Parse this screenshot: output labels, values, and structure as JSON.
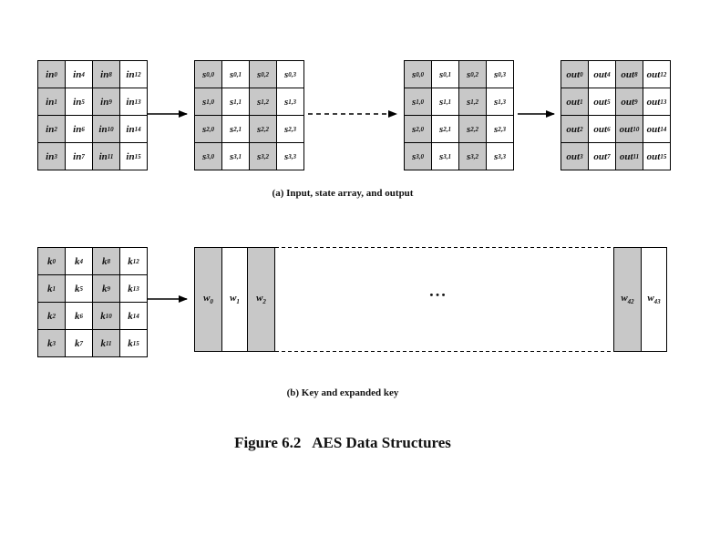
{
  "grids": {
    "input": {
      "base": "in",
      "cells": [
        [
          "0",
          "4",
          "8",
          "12"
        ],
        [
          "1",
          "5",
          "9",
          "13"
        ],
        [
          "2",
          "6",
          "10",
          "14"
        ],
        [
          "3",
          "7",
          "11",
          "15"
        ]
      ]
    },
    "state1": {
      "base": "s",
      "cells": [
        [
          "0,0",
          "0,1",
          "0,2",
          "0,3"
        ],
        [
          "1,0",
          "1,1",
          "1,2",
          "1,3"
        ],
        [
          "2,0",
          "2,1",
          "2,2",
          "2,3"
        ],
        [
          "3,0",
          "3,1",
          "3,2",
          "3,3"
        ]
      ]
    },
    "state2": {
      "base": "s",
      "cells": [
        [
          "0,0",
          "0,1",
          "0,2",
          "0,3"
        ],
        [
          "1,0",
          "1,1",
          "1,2",
          "1,3"
        ],
        [
          "2,0",
          "2,1",
          "2,2",
          "2,3"
        ],
        [
          "3,0",
          "3,1",
          "3,2",
          "3,3"
        ]
      ]
    },
    "output": {
      "base": "out",
      "cells": [
        [
          "0",
          "4",
          "8",
          "12"
        ],
        [
          "1",
          "5",
          "9",
          "13"
        ],
        [
          "2",
          "6",
          "10",
          "14"
        ],
        [
          "3",
          "7",
          "11",
          "15"
        ]
      ]
    },
    "key": {
      "base": "k",
      "cells": [
        [
          "0",
          "4",
          "8",
          "12"
        ],
        [
          "1",
          "5",
          "9",
          "13"
        ],
        [
          "2",
          "6",
          "10",
          "14"
        ],
        [
          "3",
          "7",
          "11",
          "15"
        ]
      ]
    }
  },
  "expanded_key": {
    "base": "w",
    "left_words": [
      "0",
      "1",
      "2"
    ],
    "right_words": [
      "42",
      "43"
    ],
    "ellipsis": "• • •"
  },
  "captions": {
    "a": "(a) Input, state array, and output",
    "b": "(b) Key and expanded key"
  },
  "figure_title": "Figure 6.2   AES Data Structures",
  "colors": {
    "shade": "#c8c8c8",
    "line": "#000000"
  }
}
